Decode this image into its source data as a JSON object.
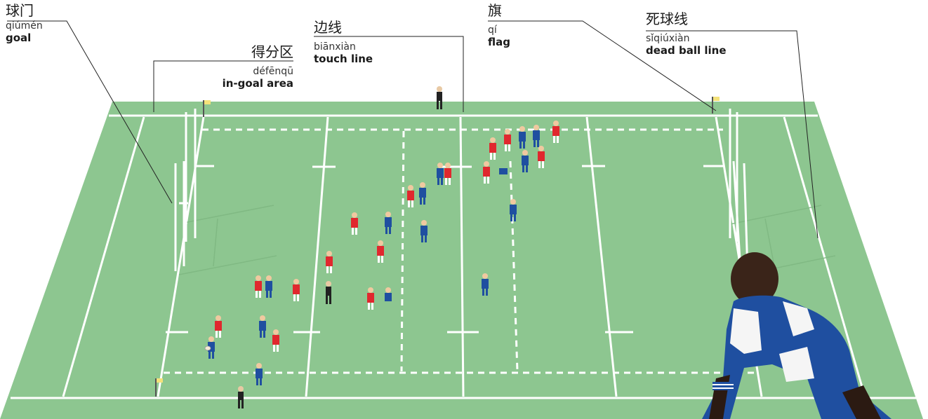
{
  "labels": {
    "goal": {
      "zh": "球门",
      "pinyin": "qiúmén",
      "en": "goal"
    },
    "in_goal_area": {
      "zh": "得分区",
      "pinyin": "défēnqū",
      "en": "in-goal area"
    },
    "touch_line": {
      "zh": "边线",
      "pinyin": "biānxiàn",
      "en": "touch line"
    },
    "flag": {
      "zh": "旗",
      "pinyin": "qí",
      "en": "flag"
    },
    "dead_ball_line": {
      "zh": "死球线",
      "pinyin": "sǐqiúxiàn",
      "en": "dead ball line"
    }
  },
  "colors": {
    "pitch": "#8dc690",
    "pitch_edge": "#7fb882",
    "lines": "#ffffff",
    "team_red": "#e0282e",
    "team_blue": "#1f4fa0",
    "referee": "#222222",
    "flag": "#f4e27a"
  }
}
